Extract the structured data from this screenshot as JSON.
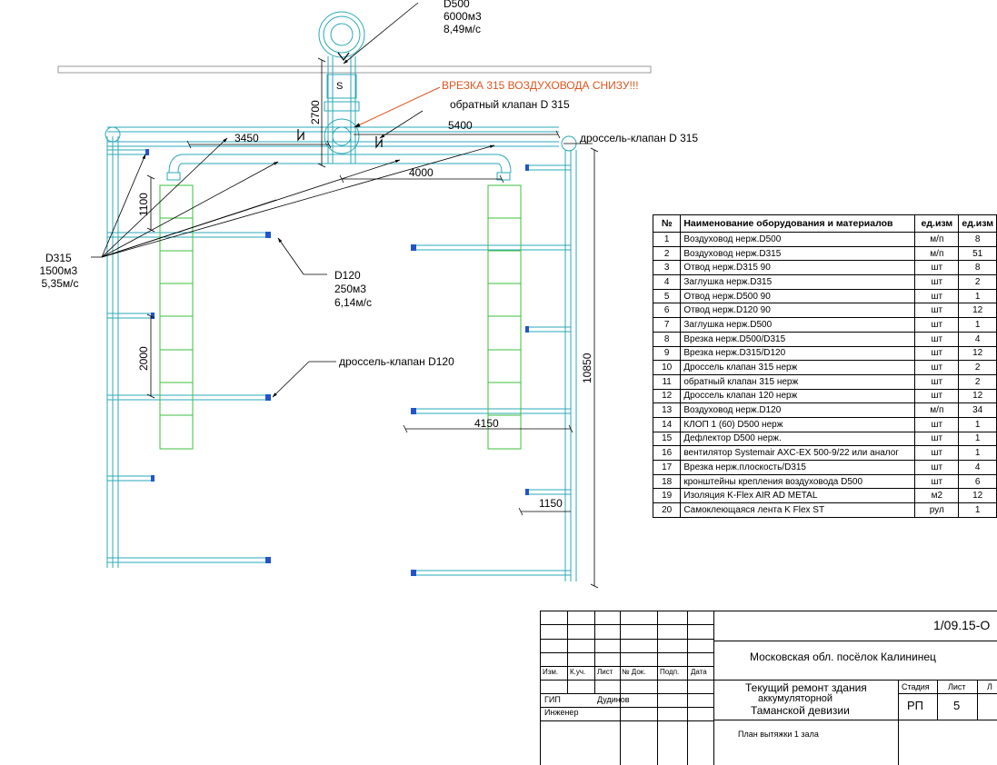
{
  "annotations": {
    "d500_main": [
      "D500",
      "6000м3",
      "8,49м/с"
    ],
    "cut_in_note": "ВРЕЗКА 315 ВОЗДУХОВОДА СНИЗУ!!!",
    "check_valve": "обратный клапан D 315",
    "throttle_d315": "дроссель-клапан D 315",
    "d315_branch": [
      "D315",
      "1500м3",
      "5,35м/с"
    ],
    "d120_branch": [
      "D120",
      "250м3",
      "6,14м/с"
    ],
    "throttle_d120": "дроссель-клапан D120"
  },
  "dimensions": {
    "d3450": "3450",
    "d5400": "5400",
    "d4000": "4000",
    "d2700": "2700",
    "d1100": "1100",
    "d2000": "2000",
    "d4150": "4150",
    "d1150": "1150",
    "d10850": "10850"
  },
  "spec_table": {
    "headers": [
      "№",
      "Наименование оборудования и материалов",
      "ед.изм",
      "ед.изм"
    ],
    "rows": [
      [
        "1",
        "Воздуховод нерж.D500",
        "м/п",
        "8"
      ],
      [
        "2",
        "Воздуховод нерж.D315",
        "м/п",
        "51"
      ],
      [
        "3",
        "Отвод нерж.D315 90",
        "шт",
        "8"
      ],
      [
        "4",
        "Заглушка нерж.D315",
        "шт",
        "2"
      ],
      [
        "5",
        "Отвод нерж.D500 90",
        "шт",
        "1"
      ],
      [
        "6",
        "Отвод нерж.D120 90",
        "шт",
        "12"
      ],
      [
        "7",
        "Заглушка нерж.D500",
        "шт",
        "1"
      ],
      [
        "8",
        "Врезка нерж.D500/D315",
        "шт",
        "4"
      ],
      [
        "9",
        "Врезка нерж.D315/D120",
        "шт",
        "12"
      ],
      [
        "10",
        "Дроссель клапан 315 нерж",
        "шт",
        "2"
      ],
      [
        "11",
        "обратный клапан 315 нерж",
        "шт",
        "2"
      ],
      [
        "12",
        "Дроссель клапан 120 нерж",
        "шт",
        "12"
      ],
      [
        "13",
        "Воздуховод нерж.D120",
        "м/п",
        "34"
      ],
      [
        "14",
        "КЛОП 1 (60) D500 нерж",
        "шт",
        "1"
      ],
      [
        "15",
        "Дефлектор D500 нерж.",
        "шт",
        "1"
      ],
      [
        "16",
        "вентилятор Systemair AXC-EX 500-9/22 или аналог",
        "шт",
        "1"
      ],
      [
        "17",
        "Врезка нерж.плоскость/D315",
        "шт",
        "4"
      ],
      [
        "18",
        "кронштейны крепления воздуховода D500",
        "шт",
        "6"
      ],
      [
        "19",
        "Изоляция  K-Flex AIR AD METAL",
        "м2",
        "12"
      ],
      [
        "20",
        "Самоклеющаяся лента K Flex ST",
        "рул",
        "1"
      ]
    ]
  },
  "title_block": {
    "code": "1/09.15-О",
    "location": "Московская обл. посёлок Калининец",
    "col_headers": [
      "Изм.",
      "К.уч.",
      "Лист",
      "№ Док.",
      "Подп.",
      "Дата"
    ],
    "roles": [
      "ГИП",
      "Инженер"
    ],
    "gip_name": "Дудинов",
    "project": [
      "Текущий ремонт здания",
      "аккумуляторной",
      "Таманской девизии"
    ],
    "stage_label": "Стадия",
    "sheet_label": "Лист",
    "sheets_label": "Л",
    "stage": "РП",
    "sheet": "5",
    "drawing_title": "План вытяжки  1 зала"
  }
}
